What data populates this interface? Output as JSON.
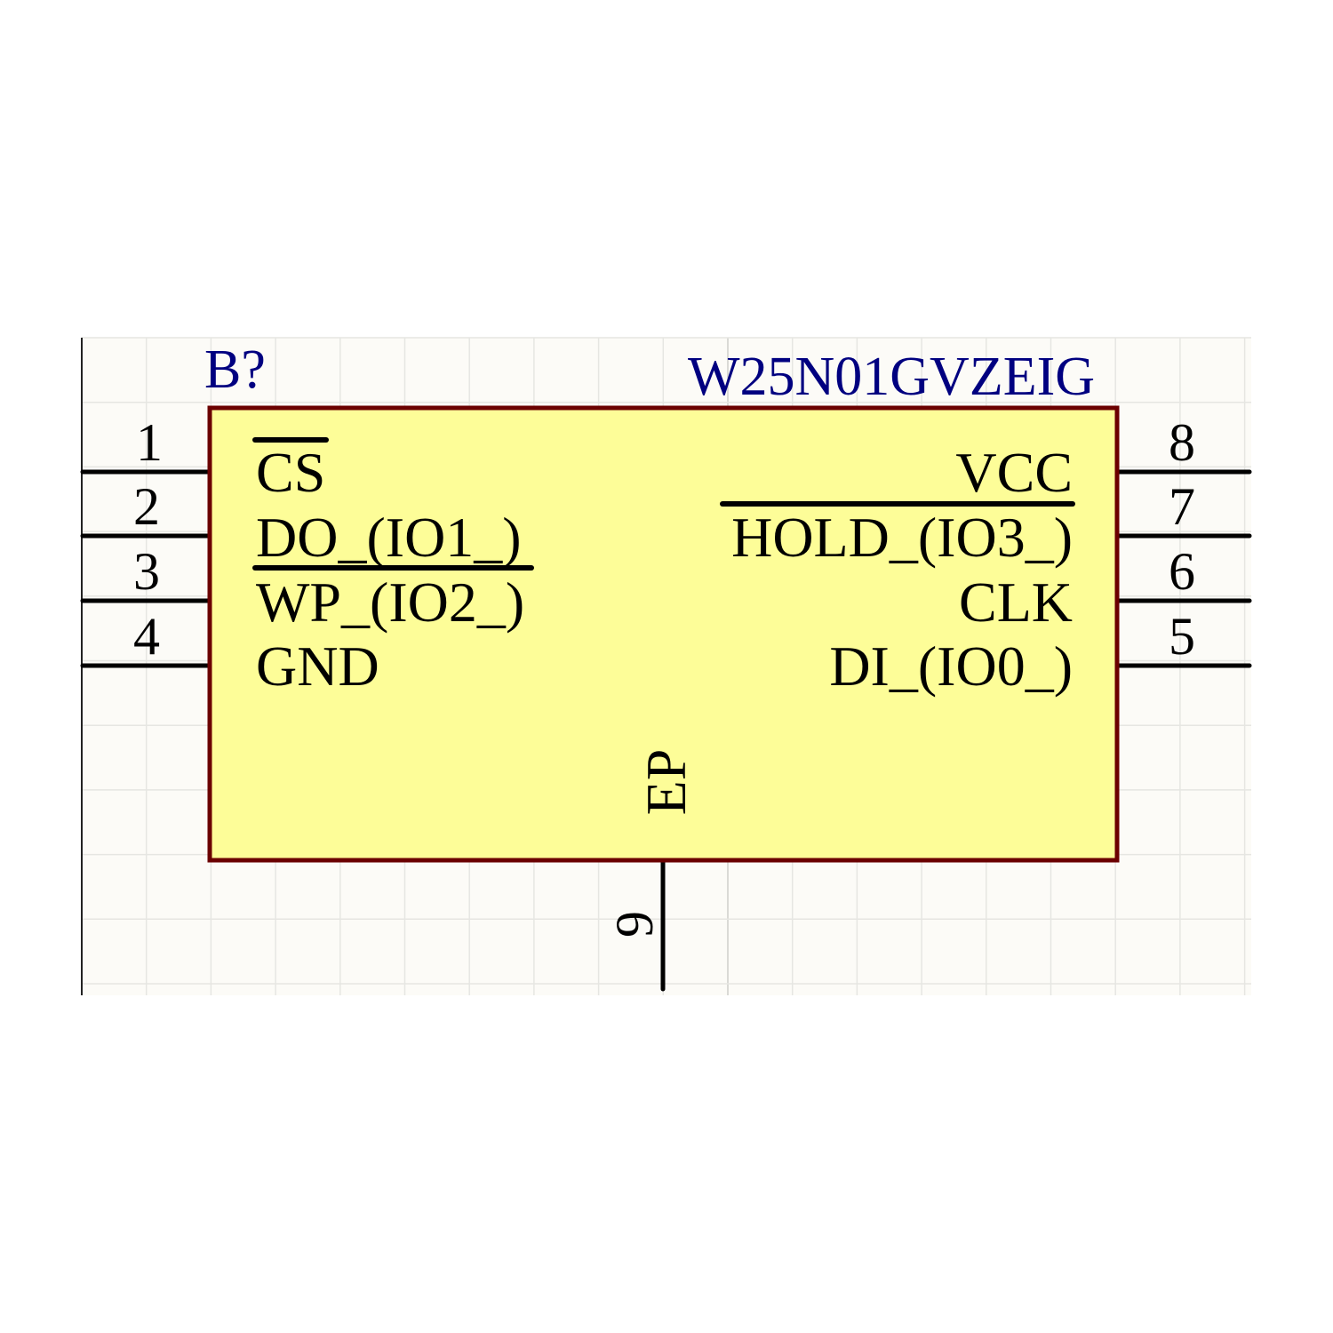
{
  "component": {
    "designator": "B?",
    "part_number": "W25N01GVZEIG",
    "colors": {
      "body_fill": "#fdfd98",
      "body_border": "#6b0000",
      "designator": "#000080",
      "grid": "#e6e6e2",
      "sheet": "#fcfbf7"
    }
  },
  "pins_left": [
    {
      "number": "1",
      "name": "CS",
      "active_low": true
    },
    {
      "number": "2",
      "name": "DO_(IO1_)",
      "active_low": false
    },
    {
      "number": "3",
      "name": "WP_(IO2_)",
      "active_low": true
    },
    {
      "number": "4",
      "name": "GND",
      "active_low": false
    }
  ],
  "pins_right": [
    {
      "number": "8",
      "name": "VCC",
      "active_low": false
    },
    {
      "number": "7",
      "name": "HOLD_(IO3_)",
      "active_low": true
    },
    {
      "number": "6",
      "name": "CLK",
      "active_low": false
    },
    {
      "number": "5",
      "name": "DI_(IO0_)",
      "active_low": false
    }
  ],
  "pin_bottom": {
    "number": "9",
    "name": "EP"
  }
}
